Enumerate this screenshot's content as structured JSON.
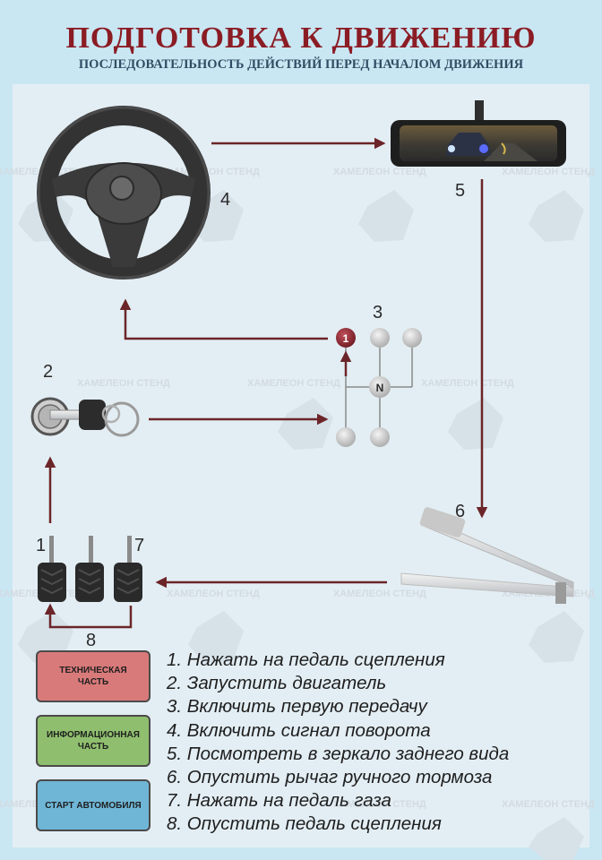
{
  "header": {
    "title": "ПОДГОТОВКА К ДВИЖЕНИЮ",
    "subtitle": "ПОСЛЕДОВАТЕЛЬНОСТЬ ДЕЙСТВИЙ ПЕРЕД НАЧАЛОМ ДВИЖЕНИЯ"
  },
  "watermark": "ХАМЕЛЕОН СТЕНД",
  "diagram_numbers": {
    "steering_wheel": "4",
    "mirror": "5",
    "gearbox": "3",
    "ignition_key": "2",
    "handbrake": "6",
    "pedal_left": "1",
    "pedal_right": "7",
    "pedal_bottom": "8"
  },
  "gearbox_labels": {
    "first": "1",
    "neutral": "N"
  },
  "buttons": {
    "technical": "ТЕХНИЧЕСКАЯ ЧАСТЬ",
    "informational": "ИНФОРМАЦИОННАЯ ЧАСТЬ",
    "start": "СТАРТ АВТОМОБИЛЯ"
  },
  "steps": [
    "1. Нажать на педаль сцепления",
    "2. Запустить двигатель",
    "3. Включить первую передачу",
    "4. Включить сигнал поворота",
    "5. Посмотреть в зеркало заднего вида",
    "6. Опустить рычаг ручного тормоза",
    "7. Нажать на педаль газа",
    "8. Опустить педаль сцепления"
  ],
  "colors": {
    "title": "#8b1c24",
    "arrow": "#6b2528",
    "background": "#c9e6f3",
    "panel": "#e3eef4",
    "button_technical": "#d97a7a",
    "button_informational": "#8fbf6e",
    "button_start": "#6fb6d6"
  }
}
